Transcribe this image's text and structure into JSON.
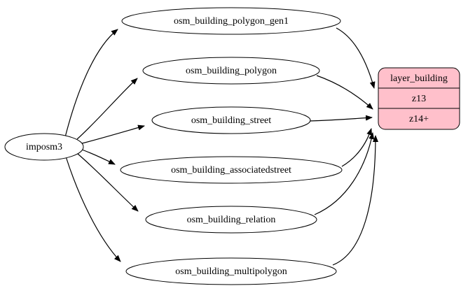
{
  "diagram": {
    "source": {
      "label": "imposm3"
    },
    "tables": [
      {
        "label": "osm_building_polygon_gen1"
      },
      {
        "label": "osm_building_polygon"
      },
      {
        "label": "osm_building_street"
      },
      {
        "label": "osm_building_associatedstreet"
      },
      {
        "label": "osm_building_relation"
      },
      {
        "label": "osm_building_multipolygon"
      }
    ],
    "layer": {
      "title": "layer_building",
      "rows": [
        {
          "label": "z13"
        },
        {
          "label": "z14+"
        }
      ],
      "fill": "#ffc0cb",
      "stroke": "#000000"
    }
  }
}
